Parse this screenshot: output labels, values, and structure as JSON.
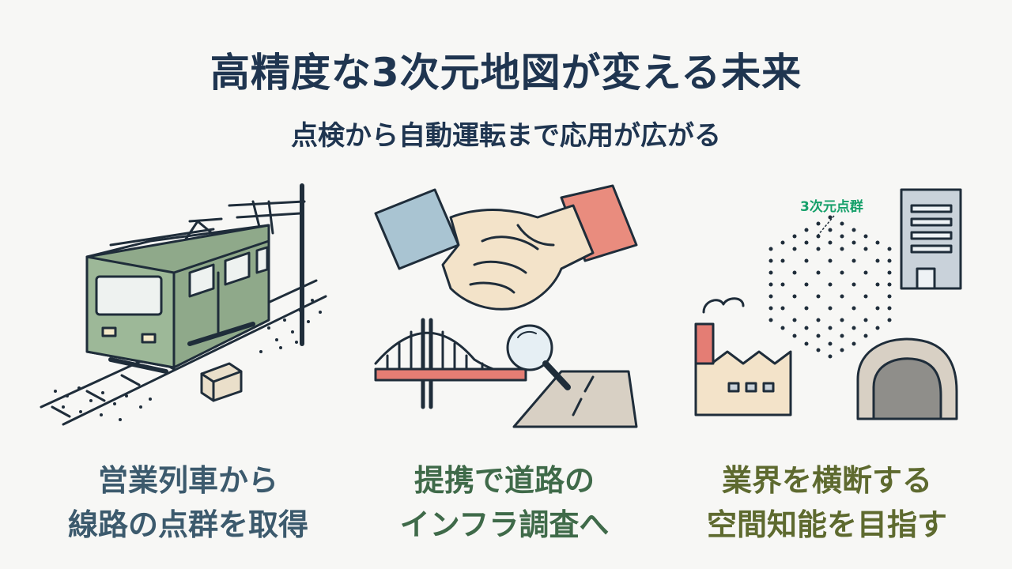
{
  "header": {
    "title": "高精度な3次元地図が変える未来",
    "subtitle": "点検から自動運転まで応用が広がる"
  },
  "panels": [
    {
      "icon": "train-icon",
      "caption_lines": [
        "営業列車から",
        "線路の点群を取得"
      ]
    },
    {
      "icon": "handshake-icon",
      "caption_lines": [
        "提携で道路の",
        "インフラ調査へ"
      ]
    },
    {
      "icon": "point-cloud-icon",
      "point_cloud_label": "3次元点群",
      "caption_lines": [
        "業界を横断する",
        "空間知能を目指す"
      ]
    }
  ],
  "colors": {
    "title": "#1f3550",
    "caption_left": "#3c5a6d",
    "caption_middle": "#3f6a49",
    "caption_right": "#5e6a2f",
    "point_cloud_label": "#16a06a",
    "train_body": "#8fa98a",
    "sleeve_left": "#a9c4d2",
    "sleeve_right": "#e98c7e",
    "bridge": "#e47d74"
  }
}
